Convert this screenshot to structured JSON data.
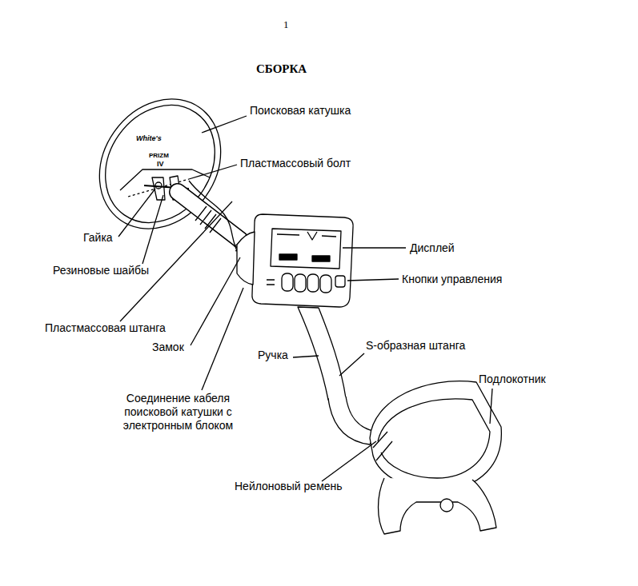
{
  "diagram": {
    "title": "СБОРКА",
    "labels": [
      "1",
      "Поисковая катушка",
      "White's",
      "PRIZM",
      "IV",
      "Пластмассовый болт",
      "Дисплей",
      "Гайка",
      "Кнопки управления",
      "Резиновые шайбы",
      "Пластмассовая штанга",
      "Замок",
      "Ручка",
      "S-образная штанга",
      "Подлокотник",
      "Соединение кабеля поисковой катушки с электронным блоком",
      "Нейлоновый ремень"
    ]
  }
}
